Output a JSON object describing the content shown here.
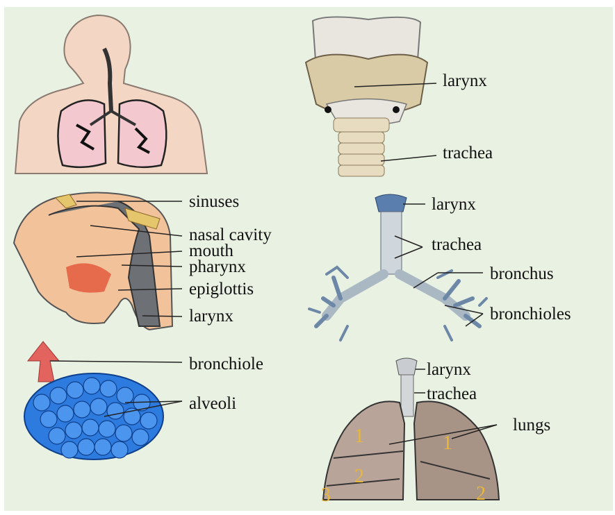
{
  "panels": {
    "larynx_closeup": {
      "labels": [
        "larynx",
        "trachea"
      ]
    },
    "head_section": {
      "labels": [
        "sinuses",
        "nasal cavity",
        "mouth",
        "pharynx",
        "epiglottis",
        "larynx"
      ]
    },
    "airway_tree": {
      "labels": [
        "larynx",
        "trachea",
        "bronchus",
        "bronchioles"
      ]
    },
    "alveoli_cluster": {
      "labels": [
        "bronchiole",
        "alveoli"
      ]
    },
    "lungs": {
      "labels": [
        "larynx",
        "trachea",
        "lungs"
      ],
      "lobe_numbers": [
        "1",
        "1",
        "2",
        "2",
        "3"
      ]
    }
  },
  "colors": {
    "background": "#e9f1e2",
    "skin": "#f3d6c4",
    "lung_pink": "#f3c9cf",
    "cartilage": "#e8dcc0",
    "alveoli_blue": "#2e7be0",
    "bronchiole_red": "#e3645f",
    "lung_brown": "#b9a49a",
    "lobe_number": "#e8b83a"
  }
}
